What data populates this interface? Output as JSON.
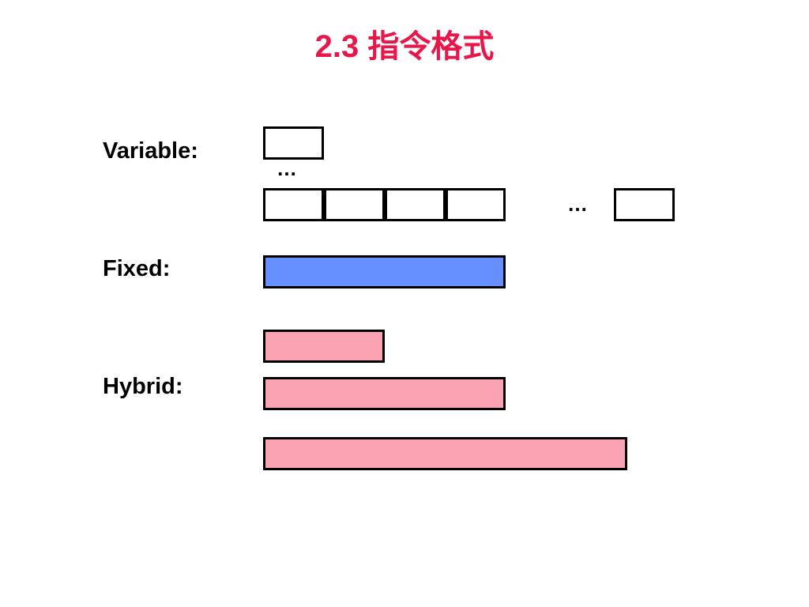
{
  "slide": {
    "title": "2.3 指令格式"
  },
  "rows": {
    "variable": {
      "label": "Variable:"
    },
    "fixed": {
      "label": "Fixed:"
    },
    "hybrid": {
      "label": "Hybrid:"
    }
  },
  "ellipsis": "…",
  "colors": {
    "title": "#e8174a",
    "fixed_fill": "#6690ff",
    "hybrid_fill": "#fca3b3",
    "outline": "#000000"
  }
}
